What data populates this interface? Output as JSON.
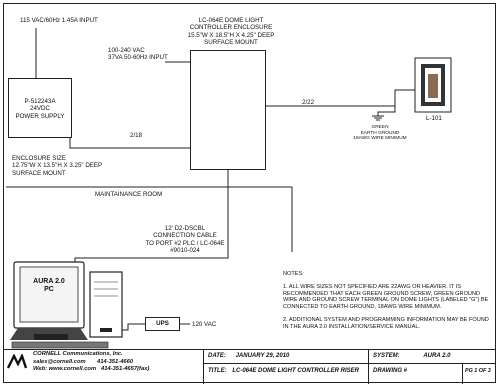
{
  "diagram": {
    "power_input_label": "115 VAC/60Hz 1.45A INPUT",
    "power_supply": {
      "lines": [
        "P-512243A",
        "24VDC",
        "POWER SUPPLY"
      ]
    },
    "enclosure_size": {
      "lines": [
        "ENCLOSURE SIZE",
        "12.75\"W X 13.5\"H X 3.25\" DEEP",
        "SURFACE MOUNT"
      ]
    },
    "controller": {
      "lines": [
        "LC-064E DOME LIGHT",
        "CONTROLLER ENCLOSURE",
        "15.5\"W X 18.5\"H X 4.25\" DEEP",
        "SURFACE MOUNT"
      ]
    },
    "controller_input": {
      "lines": [
        "100-240 VAC",
        "37VA  50-60Hz INPUT"
      ]
    },
    "wire_218": "2/18",
    "wire_222": "2/22",
    "dome_light_label": "L-101",
    "ground_note": {
      "lines": [
        "GREEN",
        "EARTH GROUND",
        "18AWG WIRE MINIMUM"
      ]
    },
    "maintenance_room": "MAINTAINANCE ROOM",
    "cable": {
      "lines": [
        "12' D2-DSCBL",
        "CONNECTION CABLE",
        "TO PORT #2 PLC / LC-064E",
        "#9010-024"
      ]
    },
    "pc_label": {
      "lines": [
        "AURA 2.0",
        "PC"
      ]
    },
    "ups_label": "UPS",
    "ups_input": "120 VAC"
  },
  "notes": {
    "title": "NOTES:",
    "items": [
      "1. ALL WIRE SIZES NOT SPECIFIED ARE 22AWG OR HEAVIER. IT IS RECOMMENDED THAT EACH GREEN GROUND SCREW, GREEN GROUND WIRE AND GROUND SCREW TERMINAL ON DOME LIGHTS (LABELED \"G\") BE CONNECTED TO EARTH GROUND, 18AWG WIRE MINIMUM.",
      "2. ADDITIONAL SYSTEM AND PROGRAMMING  INFORMATION MAY BE FOUND IN THE AURA 2.0 INSTALLATION/SERVICE MANUAL."
    ]
  },
  "title_block": {
    "company": "CORNELL Communications, Inc.",
    "email": "sales@cornell.com",
    "phone": "414-351-4660",
    "web": "Web: www.cornell.com",
    "fax": "414-351-4657(fax)",
    "date_label": "DATE:",
    "date_value": "JANUARY 29, 2010",
    "system_label": "SYSTEM:",
    "system_value": "AURA 2.0",
    "title_label": "TITLE:",
    "title_value": "LC-064E DOME LIGHT CONTROLLER RISER",
    "drawing_label": "DRAWING #",
    "page_value": "PG 1 OF 3"
  }
}
